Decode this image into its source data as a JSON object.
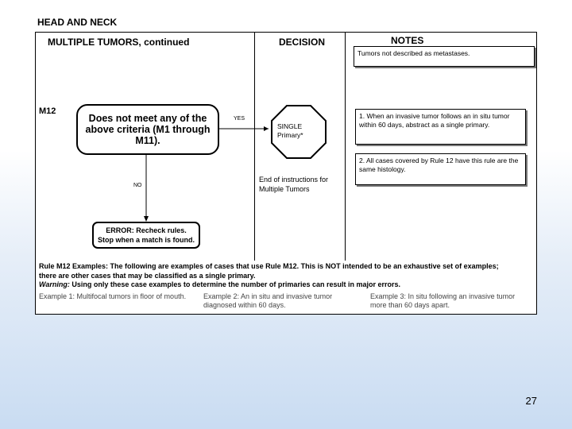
{
  "page_title": "HEAD AND NECK",
  "columns": {
    "left_header": "MULTIPLE TUMORS, continued",
    "decision_header": "DECISION",
    "notes_header": "NOTES"
  },
  "notes": [
    "Tumors not described as metastases.",
    "1. When an invasive tumor follows an in situ tumor within 60 days, abstract as a single primary.",
    "2. All cases covered by Rule 12 have this rule are the same histology."
  ],
  "rule": {
    "label": "M12",
    "question": "Does not meet any of the above criteria (M1 through M11).",
    "yes_label": "YES",
    "no_label": "NO",
    "decision": "SINGLE Primary*",
    "end_text": "End of instructions for Multiple Tumors",
    "error_text": "ERROR: Recheck rules. Stop when a match is found."
  },
  "examples": {
    "intro": "Rule M12 Examples: The following are examples of cases that use Rule M12. This is NOT intended to be an exhaustive set of examples;",
    "intro2": "there are other cases that may be classified as a single primary.",
    "warning_label": "Warning:",
    "warning_text": "Using only these case examples to determine the number of primaries can result in major errors.",
    "ex1": "Example 1: Multifocal tumors in floor of mouth.",
    "ex2a": "Example 2: An in situ and invasive tumor",
    "ex2b": "diagnosed within 60 days.",
    "ex3a": "Example 3: In situ following an invasive tumor",
    "ex3b": "more than 60 days apart."
  },
  "page_number": "27"
}
